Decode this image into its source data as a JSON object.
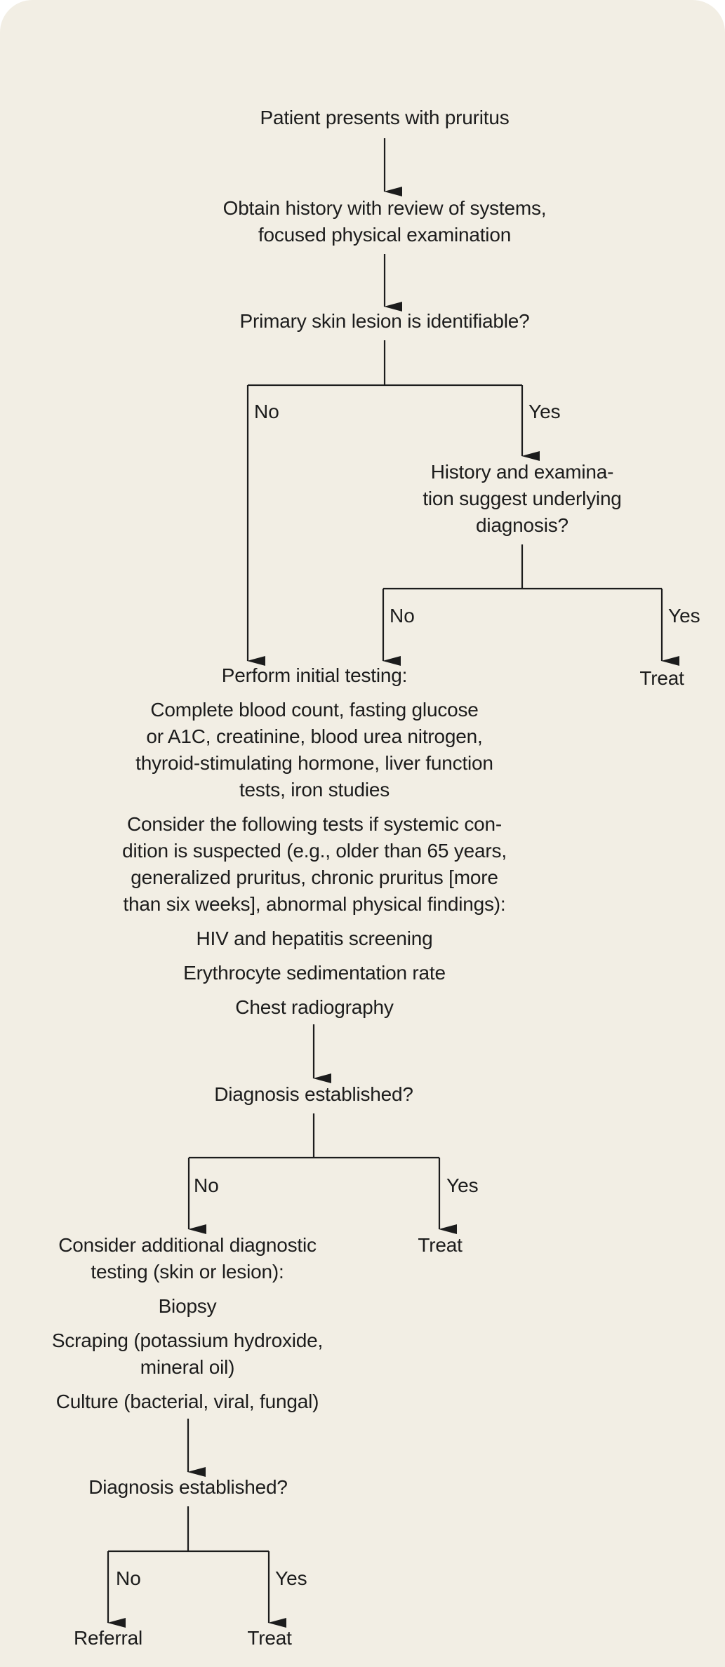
{
  "flowchart": {
    "start": "Patient presents with pruritus",
    "history": [
      "Obtain history with review of systems,",
      "focused physical examination"
    ],
    "q1": "Primary skin lesion is identifiable?",
    "q1_no": "No",
    "q1_yes": "Yes",
    "q2": [
      "History and examina-",
      "tion suggest underlying",
      "diagnosis?"
    ],
    "q2_no": "No",
    "q2_yes": "Yes",
    "q2_yes_result": "Treat",
    "initial_testing": {
      "title": "Perform initial testing:",
      "tests": [
        "Complete blood count, fasting glucose",
        "or A1C, creatinine, blood urea nitrogen,",
        "thyroid-stimulating hormone, liver function",
        "tests, iron studies"
      ],
      "consider": [
        "Consider the following tests if systemic con-",
        "dition is suspected (e.g., older than 65 years,",
        "generalized pruritus, chronic pruritus [more",
        "than six weeks], abnormal physical findings):"
      ],
      "extra_tests": [
        "HIV and hepatitis screening",
        "Erythrocyte sedimentation rate",
        "Chest radiography"
      ]
    },
    "q3": "Diagnosis established?",
    "q3_no": "No",
    "q3_yes": "Yes",
    "q3_yes_result": "Treat",
    "additional_testing": {
      "title": [
        "Consider additional diagnostic",
        "testing (skin or lesion):"
      ],
      "items": [
        [
          "Biopsy"
        ],
        [
          "Scraping (potassium hydroxide,",
          "mineral oil)"
        ],
        [
          "Culture (bacterial, viral, fungal)"
        ]
      ]
    },
    "q4": "Diagnosis established?",
    "q4_no": "No",
    "q4_yes": "Yes",
    "q4_no_result": "Referral",
    "q4_yes_result": "Treat"
  },
  "colors": {
    "background": "#f2eee4",
    "ink": "#1c1c1c"
  }
}
